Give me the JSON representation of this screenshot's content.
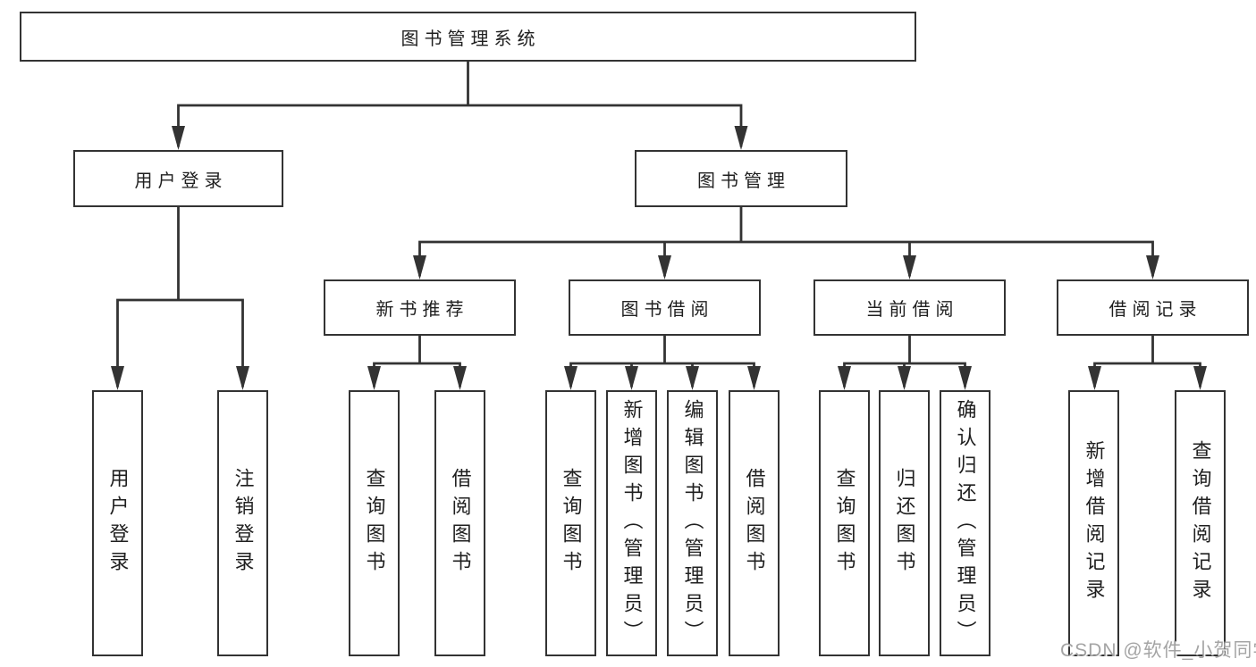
{
  "tree": {
    "label": "图书管理系统",
    "children": [
      {
        "label": "用户登录",
        "children": [
          {
            "label": "用户登录"
          },
          {
            "label": "注销登录"
          }
        ]
      },
      {
        "label": "图书管理",
        "children": [
          {
            "label": "新书推荐",
            "children": [
              {
                "label": "查询图书"
              },
              {
                "label": "借阅图书"
              }
            ]
          },
          {
            "label": "图书借阅",
            "children": [
              {
                "label": "查询图书"
              },
              {
                "label": "新增图书（管理员）"
              },
              {
                "label": "编辑图书（管理员）"
              },
              {
                "label": "借阅图书"
              }
            ]
          },
          {
            "label": "当前借阅",
            "children": [
              {
                "label": "查询图书"
              },
              {
                "label": "归还图书"
              },
              {
                "label": "确认归还（管理员）"
              }
            ]
          },
          {
            "label": "借阅记录",
            "children": [
              {
                "label": "新增借阅记录"
              },
              {
                "label": "查询借阅记录"
              }
            ]
          }
        ]
      }
    ]
  },
  "watermark": {
    "text": "CSDN @软件_小贺同学"
  },
  "colors": {
    "line": "#333333",
    "border": "#333333",
    "text": "#1f1f1f",
    "background": "#ffffff",
    "watermark": "#949494"
  }
}
